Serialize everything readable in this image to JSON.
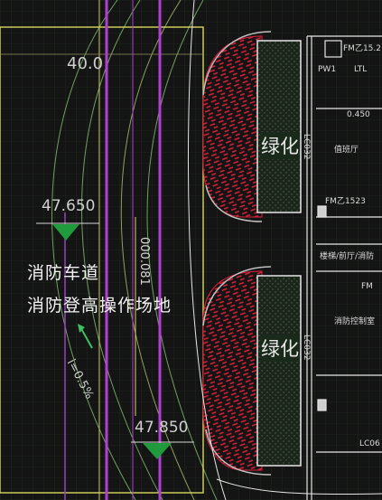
{
  "labels": {
    "top_elev": "40.0",
    "elev_a": "47.650",
    "elev_b": "47.850",
    "fire_road": "消防车道",
    "fire_platform": "消防登高操作场地",
    "green_1": "绿化",
    "green_2": "绿化",
    "dim_vertical": "000.081",
    "slope_label": "i=0.5%",
    "lc_1": "LC032",
    "lc_2": "LC032",
    "fm_top": "FM乙15.2",
    "fm_mid": "FM乙1523",
    "fm_low": "FM",
    "room_top_a": "PW1",
    "room_top_b": "LTL",
    "room_guard": "值班厅",
    "room_lower": "楼梯/前厅/消防",
    "room_fire_ctrl": "消防控制室",
    "level_label": "0.450",
    "lc_bottom": "LC06"
  },
  "colors": {
    "background": "#141414",
    "building_outline": "#b040d0",
    "platform_outline": "#d8d860",
    "curve_lines": "#6fa060",
    "hatch_red": "#e0203a",
    "elev_marker": "#1f9a3c",
    "grid": "#2a3a2a"
  }
}
